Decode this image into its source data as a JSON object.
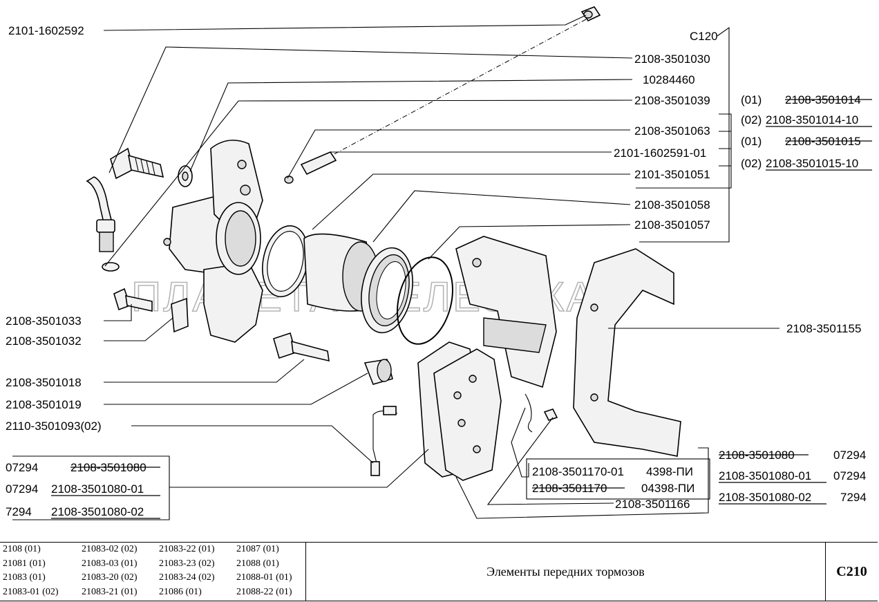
{
  "watermark": "ПЛАНЕТА ЖЕЛЕЗЯКА",
  "labels": {
    "top_left": "2101-1602592",
    "c120": "С120",
    "l2108_3501030": "2108-3501030",
    "l10284460": "10284460",
    "l2108_3501039": "2108-3501039",
    "l2108_3501063": "2108-3501063",
    "l2101_1602591_01": "2101-1602591-01",
    "l2101_3501051": "2101-3501051",
    "l2108_3501058": "2108-3501058",
    "l2108_3501057": "2108-3501057",
    "l2108_3501033": "2108-3501033",
    "l2108_3501032": "2108-3501032",
    "l2108_3501018": "2108-3501018",
    "l2108_3501019": "2108-3501019",
    "l2110_3501093": "2110-3501093(02)",
    "l2108_3501155": "2108-3501155",
    "l2108_3501166": "2108-3501166"
  },
  "right_top_group": [
    {
      "variant": "(01)",
      "code": "2108-3501014",
      "struck": true
    },
    {
      "variant": "(02)",
      "code": "2108-3501014-10",
      "struck": false
    },
    {
      "variant": "(01)",
      "code": "2108-3501015",
      "struck": true
    },
    {
      "variant": "(02)",
      "code": "2108-3501015-10",
      "struck": false
    }
  ],
  "left_bottom_group": [
    {
      "variant": "07294",
      "code": "2108-3501080",
      "struck": true
    },
    {
      "variant": "07294",
      "code": "2108-3501080-01",
      "struck": false
    },
    {
      "variant": "7294",
      "code": "2108-3501080-02",
      "struck": false
    }
  ],
  "right_bottom_group": [
    {
      "code": "2108-3501080",
      "variant": "07294",
      "struck": true
    },
    {
      "code": "2108-3501080-01",
      "variant": "07294",
      "struck": false
    },
    {
      "code": "2108-3501080-02",
      "variant": "7294",
      "struck": false
    }
  ],
  "mid_bottom_group": [
    {
      "code": "2108-3501170-01",
      "variant": "4398-ПИ",
      "struck": false
    },
    {
      "code": "2108-3501170",
      "variant": "04398-ПИ",
      "struck": true
    }
  ],
  "footer": {
    "models": [
      "2108 (01)",
      "21083-02 (02)",
      "21083-22 (01)",
      "21087 (01)",
      "21081 (01)",
      "21083-03 (01)",
      "21083-23 (02)",
      "21088 (01)",
      "21083 (01)",
      "21083-20 (02)",
      "21083-24 (02)",
      "21088-01 (01)",
      "21083-01 (02)",
      "21083-21 (01)",
      "21086 (01)",
      "21088-22 (01)"
    ],
    "title": "Элементы передних тормозов",
    "code": "С210"
  }
}
